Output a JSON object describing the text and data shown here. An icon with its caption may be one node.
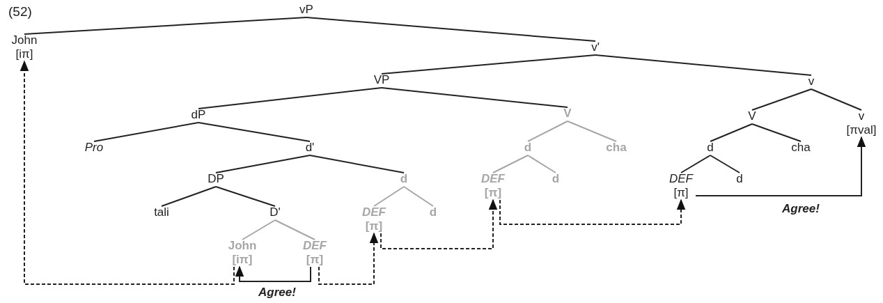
{
  "diagram": {
    "nodes": [
      {
        "text": [
          "vP"
        ]
      },
      {
        "text": [
          "John",
          "[iπ]"
        ]
      },
      {
        "text": [
          "v'"
        ]
      },
      {
        "text": [
          "VP"
        ]
      },
      {
        "text": [
          "v"
        ]
      },
      {
        "text": [
          "dP"
        ]
      },
      {
        "text": [
          "V"
        ]
      },
      {
        "text": [
          "V"
        ]
      },
      {
        "text": [
          "v",
          "[πval]"
        ]
      },
      {
        "text": [
          "Pro"
        ]
      },
      {
        "text": [
          "d'"
        ]
      },
      {
        "text": [
          "d"
        ]
      },
      {
        "text": [
          "cha"
        ]
      },
      {
        "text": [
          "d"
        ]
      },
      {
        "text": [
          "cha"
        ]
      },
      {
        "text": [
          "DP"
        ]
      },
      {
        "text": [
          "d"
        ]
      },
      {
        "text": [
          "DEF",
          "[π]"
        ]
      },
      {
        "text": [
          "d"
        ]
      },
      {
        "text": [
          "DEF",
          "[π]"
        ]
      },
      {
        "text": [
          "d"
        ]
      },
      {
        "text": [
          "tali"
        ]
      },
      {
        "text": [
          "D'"
        ]
      },
      {
        "text": [
          "DEF",
          "[π]"
        ]
      },
      {
        "text": [
          "d"
        ]
      },
      {
        "text": [
          "John",
          "[iπ]"
        ]
      },
      {
        "text": [
          "DEF",
          "[π]"
        ]
      }
    ],
    "edges": [
      {
        "from": 0,
        "to": 1,
        "arrow": "none"
      },
      {
        "from": 0,
        "to": 2,
        "arrow": "none"
      },
      {
        "from": 2,
        "to": 3,
        "arrow": "none"
      },
      {
        "from": 2,
        "to": 4,
        "arrow": "none"
      },
      {
        "from": 3,
        "to": 5,
        "arrow": "none"
      },
      {
        "from": 3,
        "to": 6,
        "arrow": "none"
      },
      {
        "from": 4,
        "to": 7,
        "arrow": "none"
      },
      {
        "from": 4,
        "to": 8,
        "arrow": "none"
      },
      {
        "from": 5,
        "to": 9,
        "arrow": "none"
      },
      {
        "from": 5,
        "to": 10,
        "arrow": "none"
      },
      {
        "from": 6,
        "to": 11,
        "arrow": "none",
        "color": "#a6a6a6"
      },
      {
        "from": 6,
        "to": 12,
        "arrow": "none",
        "color": "#a6a6a6"
      },
      {
        "from": 7,
        "to": 13,
        "arrow": "none"
      },
      {
        "from": 7,
        "to": 14,
        "arrow": "none"
      },
      {
        "from": 10,
        "to": 15,
        "arrow": "none"
      },
      {
        "from": 10,
        "to": 16,
        "arrow": "none"
      },
      {
        "from": 11,
        "to": 17,
        "arrow": "none",
        "color": "#a6a6a6"
      },
      {
        "from": 11,
        "to": 18,
        "arrow": "none",
        "color": "#a6a6a6"
      },
      {
        "from": 13,
        "to": 19,
        "arrow": "none"
      },
      {
        "from": 13,
        "to": 20,
        "arrow": "none"
      },
      {
        "from": 15,
        "to": 21,
        "arrow": "none"
      },
      {
        "from": 15,
        "to": 22,
        "arrow": "none"
      },
      {
        "from": 16,
        "to": 23,
        "arrow": "none",
        "color": "#a6a6a6"
      },
      {
        "from": 16,
        "to": 24,
        "arrow": "none",
        "color": "#a6a6a6"
      },
      {
        "from": 22,
        "to": 25,
        "arrow": "none",
        "color": "#a6a6a6"
      },
      {
        "from": 22,
        "to": 26,
        "arrow": "none",
        "color": "#a6a6a6"
      },
      {
        "from": 25,
        "to": 1,
        "arrow": "to",
        "style": "dashed"
      },
      {
        "from": 26,
        "to": 25,
        "arrow": "to",
        "label": "Agree!"
      },
      {
        "from": 26,
        "to": 23,
        "arrow": "to",
        "style": "dashed"
      },
      {
        "from": 23,
        "to": 17,
        "arrow": "to",
        "style": "dashed"
      },
      {
        "from": 17,
        "to": 19,
        "arrow": "to",
        "style": "dashed"
      },
      {
        "from": 19,
        "to": 8,
        "arrow": "to",
        "label": "Agree!"
      }
    ],
    "labels": [
      "(52)"
    ]
  }
}
